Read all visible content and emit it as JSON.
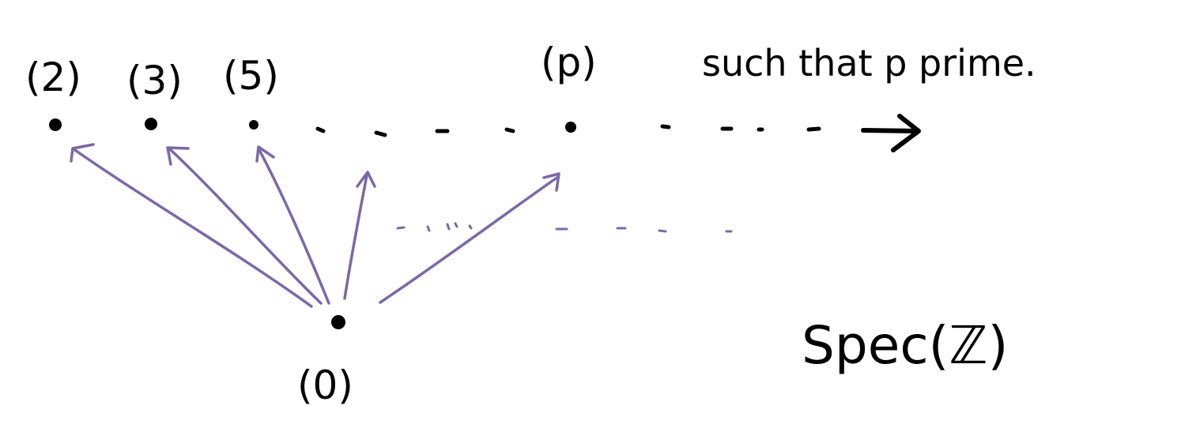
{
  "diagram": {
    "labels": {
      "p2": "(2)",
      "p3": "(3)",
      "p5": "(5)",
      "pp": "(p)",
      "zero": "(0)"
    },
    "note": "such that p prime.",
    "title": "Spec(ℤ)",
    "colors": {
      "ink": "#000000",
      "arrow": "#7b68a8"
    }
  }
}
